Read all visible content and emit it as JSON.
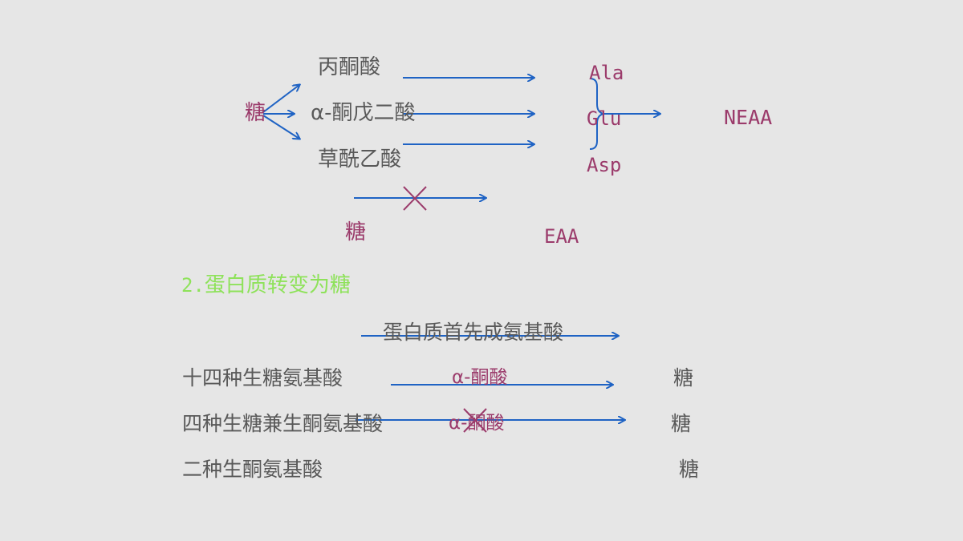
{
  "colors": {
    "background": "#e6e6e6",
    "text": "#595959",
    "accent": "#9b3b6b",
    "arrow": "#1f63c4",
    "heading": "#8ee25a"
  },
  "upper": {
    "sugar": "糖",
    "pyruvate": "丙酮酸",
    "alpha_kg": "α-酮戊二酸",
    "oxaloacetate": "草酰乙酸",
    "ala": "Ala",
    "glu": "Glu",
    "asp": "Asp",
    "neaa": "NEAA",
    "sugar2": "糖",
    "eaa": "EAA"
  },
  "section": {
    "number": "2.",
    "title": "蛋白质转变为糖"
  },
  "lower": {
    "protein_first": "蛋白质首先成氨基酸",
    "rows": [
      {
        "label": "十四种生糖氨基酸",
        "mid": "α-酮酸",
        "result": "糖"
      },
      {
        "label": "四种生糖兼生酮氨基酸",
        "mid": "α-酮酸",
        "result": "糖"
      },
      {
        "label": "二种生酮氨基酸",
        "result": "糖"
      }
    ]
  }
}
